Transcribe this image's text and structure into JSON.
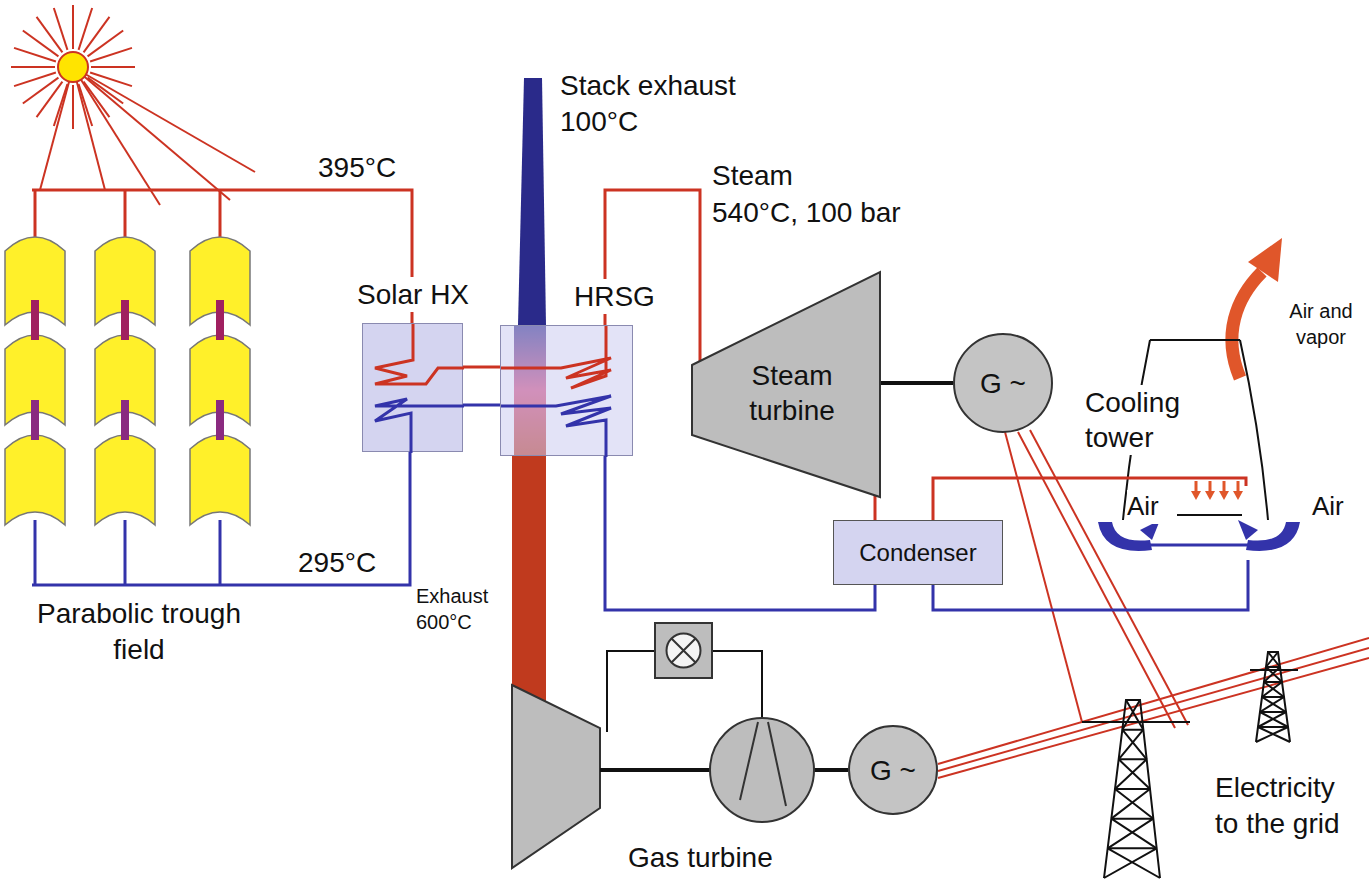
{
  "diagram": {
    "nodes": [
      {
        "text": [
          "Solar HX"
        ]
      },
      {
        "text": [
          "HRSG"
        ]
      },
      {
        "text": [
          "Steam turbine"
        ]
      },
      {
        "text": [
          "G ~"
        ]
      },
      {
        "text": [
          "Cooling tower"
        ]
      },
      {
        "text": [
          "Condenser"
        ]
      },
      {
        "text": [
          "G ~"
        ]
      }
    ],
    "edges": [
      {
        "from": 0,
        "to": 1,
        "arrow": "none"
      },
      {
        "from": 0,
        "to": 1,
        "arrow": "none"
      },
      {
        "from": 1,
        "to": 2,
        "arrow": "none"
      },
      {
        "from": 2,
        "to": 3,
        "arrow": "none"
      },
      {
        "from": 2,
        "to": 5,
        "arrow": "none"
      },
      {
        "from": 5,
        "to": 1,
        "arrow": "none"
      },
      {
        "from": 5,
        "to": 4,
        "arrow": "none"
      },
      {
        "from": 5,
        "to": 4,
        "arrow": "none"
      }
    ],
    "labels": [
      "Stack exhaust 100°C",
      "395°C",
      "Steam",
      "540°C, 100 bar",
      "Air and vapor",
      "Air",
      "Air",
      "295°C",
      "Parabolic trough field",
      "Exhaust 600°C",
      "Gas turbine",
      "Electricity to the grid"
    ]
  }
}
